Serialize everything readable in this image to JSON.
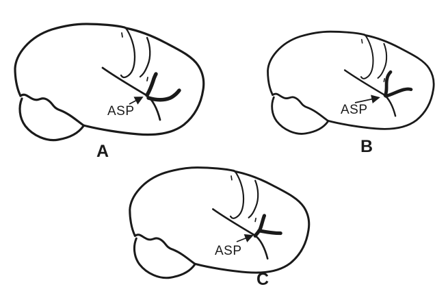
{
  "figure": {
    "background_color": "#ffffff",
    "ink_color": "#1a1a1a",
    "panels": [
      {
        "letter": "A",
        "annotation_label": "ASP"
      },
      {
        "letter": "B",
        "annotation_label": "ASP"
      },
      {
        "letter": "C",
        "annotation_label": "ASP"
      }
    ]
  }
}
